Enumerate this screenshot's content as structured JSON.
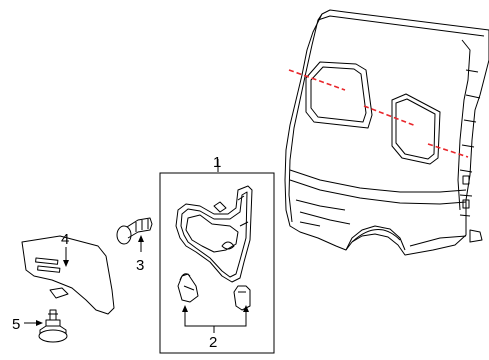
{
  "callouts": {
    "c1": "1",
    "c2": "2",
    "c3": "3",
    "c4": "4",
    "c5": "5"
  },
  "colors": {
    "line": "#000000",
    "background": "#ffffff",
    "cut_line": "#e8262b"
  }
}
